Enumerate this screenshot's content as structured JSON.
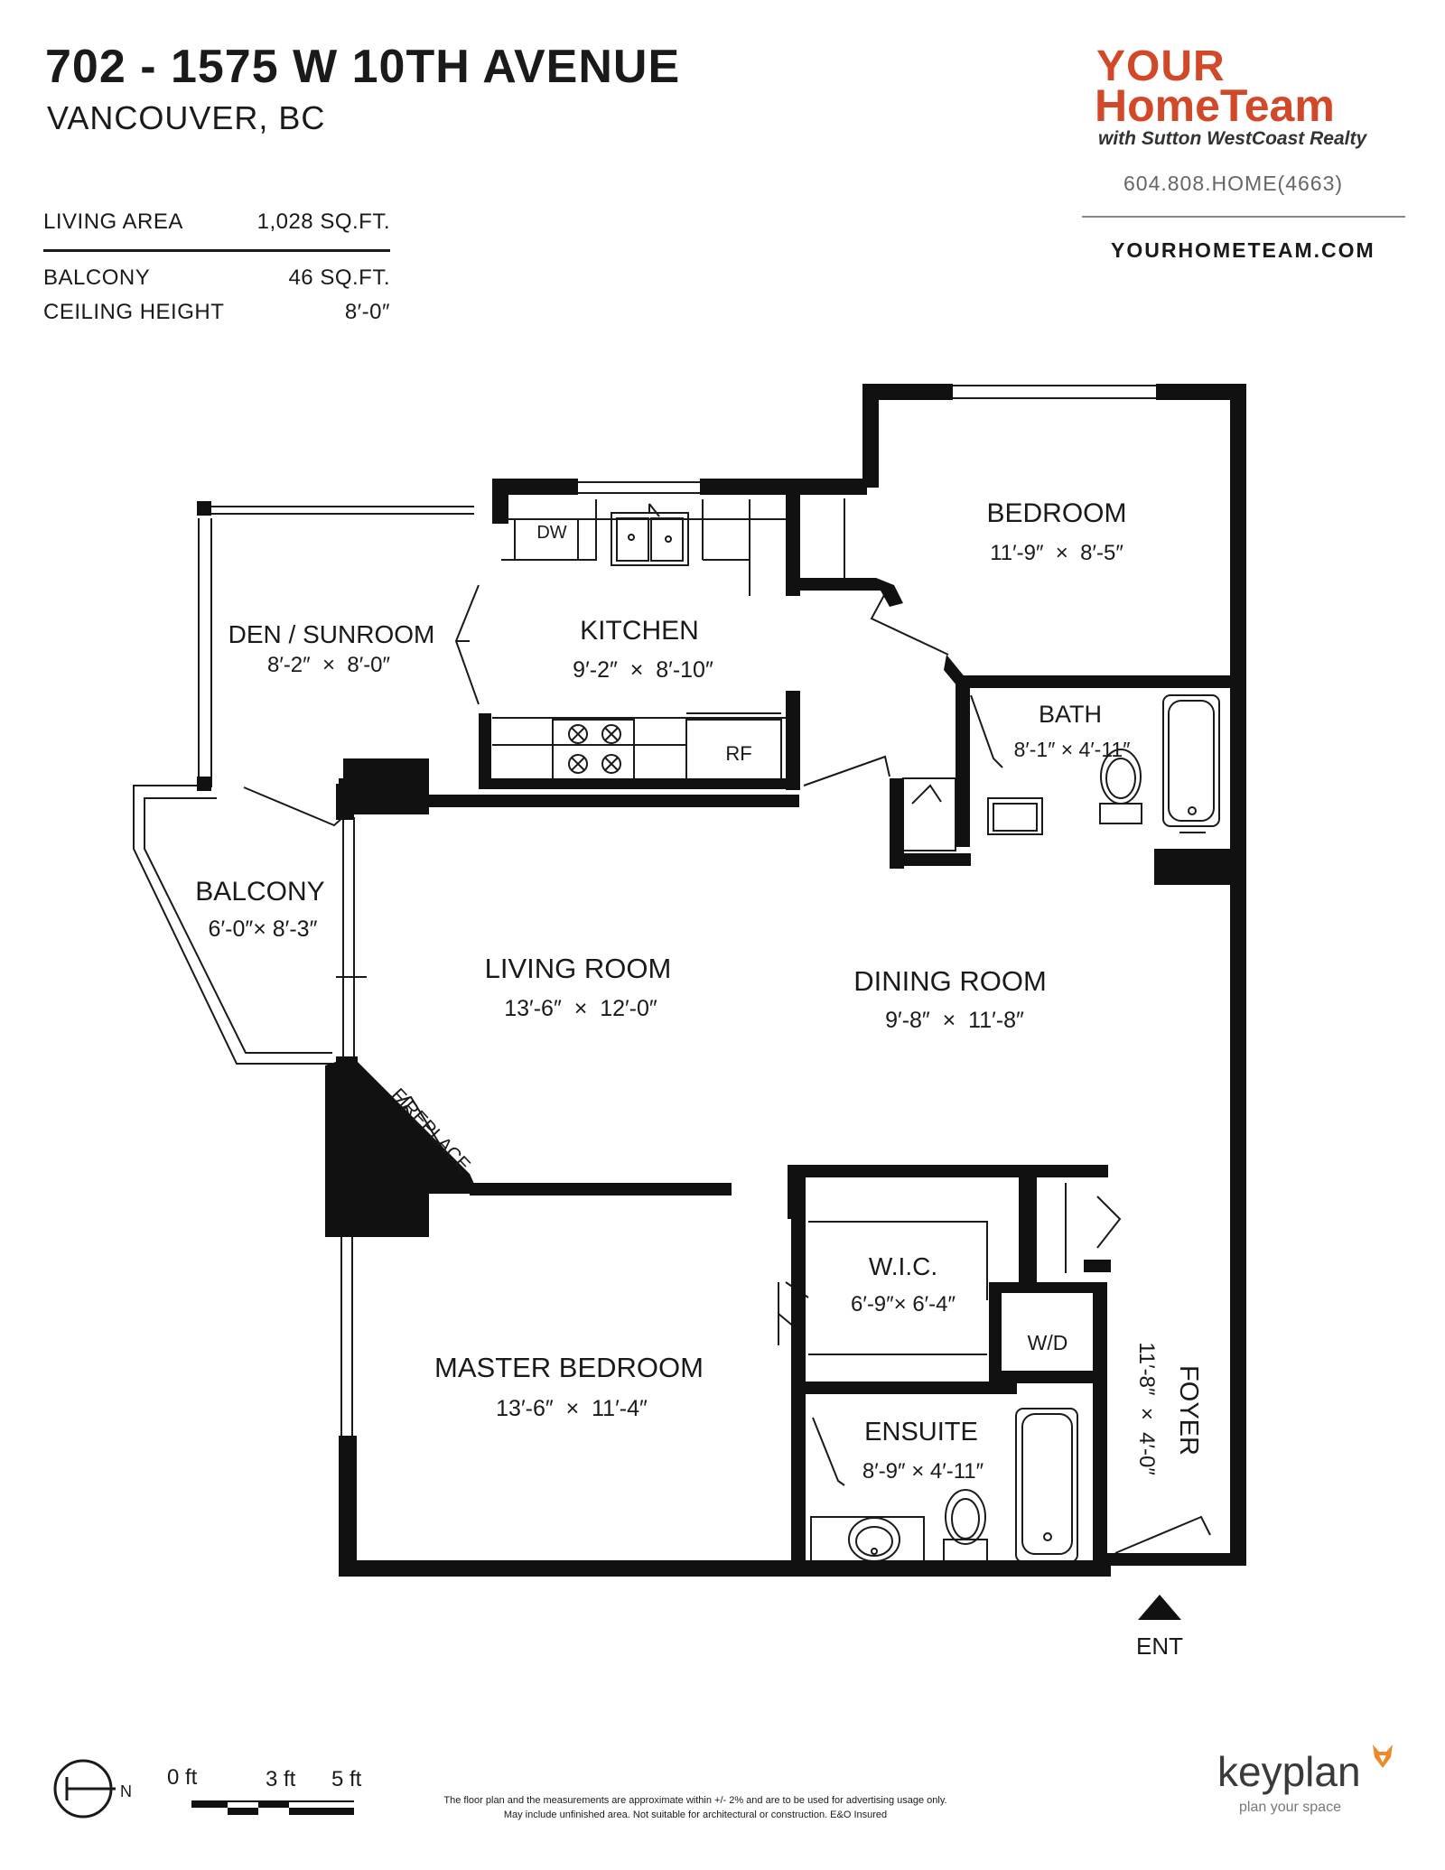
{
  "header": {
    "address": "702 - 1575 W 10TH AVENUE",
    "city": "VANCOUVER, BC"
  },
  "stats": {
    "living_label": "LIVING AREA",
    "living_value": "1,028 SQ.FT.",
    "balcony_label": "BALCONY",
    "balcony_value": "46 SQ.FT.",
    "ceiling_label": "CEILING HEIGHT",
    "ceiling_value": "8′-0″"
  },
  "brand": {
    "line1": "YOUR",
    "line2": "HomeTeam",
    "line3": "with Sutton WestCoast Realty",
    "phone": "604.808.HOME(4663)",
    "website": "YOURHOMETEAM.COM",
    "color": "#d2492a"
  },
  "rooms": {
    "bedroom": {
      "name": "BEDROOM",
      "dims": "11′-9″  ×  8′-5″"
    },
    "den": {
      "name": "DEN / SUNROOM",
      "dims": "8′-2″  ×  8′-0″"
    },
    "kitchen": {
      "name": "KITCHEN",
      "dims": "9′-2″  ×  8′-10″"
    },
    "bath": {
      "name": "BATH",
      "dims": "8′-1″ × 4′-11″"
    },
    "balcony": {
      "name": "BALCONY",
      "dims": "6′-0″× 8′-3″"
    },
    "living": {
      "name": "LIVING ROOM",
      "dims": "13′-6″  ×  12′-0″"
    },
    "dining": {
      "name": "DINING ROOM",
      "dims": "9′-8″  ×  11′-8″"
    },
    "wic": {
      "name": "W.I.C.",
      "dims": "6′-9″× 6′-4″"
    },
    "master": {
      "name": "MASTER BEDROOM",
      "dims": "13′-6″  ×  11′-4″"
    },
    "ensuite": {
      "name": "ENSUITE",
      "dims": "8′-9″ × 4′-11″"
    },
    "foyer": {
      "name": "FOYER",
      "dims": "11′-8″  ×  4′-0″"
    }
  },
  "fixtures": {
    "dishwasher": "DW",
    "fridge": "RF",
    "washer_dryer": "W/D",
    "fireplace": "FIREPLACE"
  },
  "entrance": "ENT",
  "compass": "N",
  "scale": {
    "zero": "0 ft",
    "three": "3 ft",
    "five": "5 ft"
  },
  "disclaimer": {
    "line1": "The floor plan and the measurements are approximate within +/- 2% and are to be used for advertising usage only.",
    "line2": "May include unfinished area. Not suitable for architectural or construction. E&O Insured"
  },
  "keyplan": {
    "logo": "keyplan",
    "tagline": "plan your space"
  }
}
